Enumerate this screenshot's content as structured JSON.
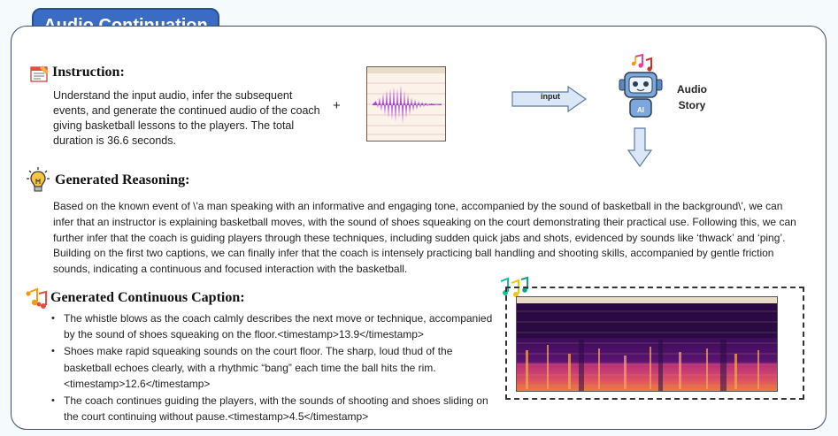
{
  "header": {
    "title": "Audio Continuation"
  },
  "instruction": {
    "heading": "Instruction:",
    "text": "Understand the input audio, infer the subsequent events, and generate the continued audio of the coach giving basketball lessons to the players. The total duration is 36.6 seconds.",
    "plus": "+"
  },
  "pipeline": {
    "input_label": "input",
    "output_label_line1": "Audio",
    "output_label_line2": "Story",
    "robot_badge": "AI"
  },
  "reasoning": {
    "heading": "Generated Reasoning:",
    "text": "Based on the known event of \\'a man speaking with an informative and engaging tone, accompanied by the sound of basketball in the background\\', we can infer that an instructor is explaining basketball moves, with the sound of shoes squeaking on the court demonstrating their practical use. Following this, we can further infer that the coach is guiding players through these techniques, including sudden quick jabs and shots, evidenced by sounds like ‘thwack’ and ‘ping’. Building on the first two captions, we can finally infer that the coach is intensely practicing ball handling and shooting skills, accompanied by gentle friction sounds, indicating a continuous and focused interaction with the basketball."
  },
  "caption": {
    "heading": "Generated Continuous Caption:",
    "items": [
      "The whistle blows as the coach calmly describes the next move or technique, accompanied by the sound of shoes squeaking on the floor.<timestamp>13.9</timestamp>",
      "Shoes make rapid squeaking sounds on the court floor. The sharp, loud thud of the basketball echoes clearly, with a rhythmic “bang” each time the ball hits the rim.<timestamp>12.6</timestamp>",
      "The coach continues guiding the players, with the sounds of shooting and shoes sliding on the court continuing without pause.<timestamp>4.5</timestamp>"
    ]
  },
  "colors": {
    "title_bg": "#3a6cc4",
    "frame_border": "#3f4a6a",
    "arrow_fill": "#dbe7f6",
    "arrow_stroke": "#5a7aa8",
    "robot_body": "#7ba7dc",
    "waveform": "#b04fd6",
    "spectrogram_dark": "#2a0a45",
    "spectrogram_hot": "#f07a3c"
  }
}
